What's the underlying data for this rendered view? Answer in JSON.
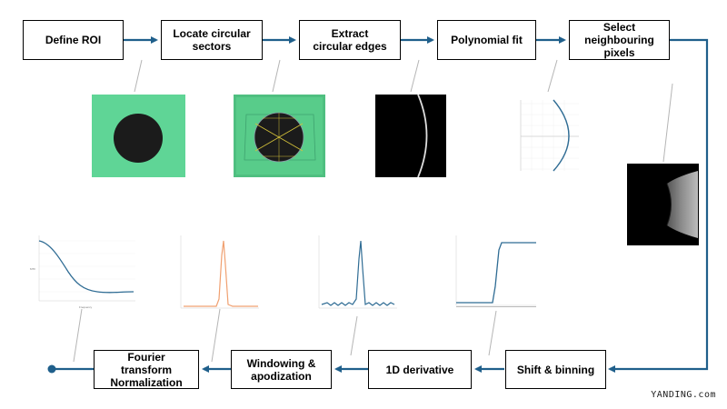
{
  "steps": {
    "define_roi": "Define ROI",
    "locate_sectors": "Locate circular\nsectors",
    "extract_edges": "Extract\ncircular edges",
    "polynomial_fit": "Polynomial fit",
    "select_pixels": "Select\nneighbouring\npixels",
    "shift_binning": "Shift & binning",
    "derivative": "1D derivative",
    "windowing": "Windowing &\napodization",
    "fourier": "Fourier\ntransform\nNormalization"
  },
  "watermark": "YANDING.com",
  "colors": {
    "arrow": "#1f5f8b",
    "roi_green": "#5fd596",
    "plot_blue": "#2f6c94",
    "plot_orange": "#f0a070"
  },
  "mtf_axis": {
    "ylabel": "MTF",
    "xlabel": "Frequency"
  }
}
